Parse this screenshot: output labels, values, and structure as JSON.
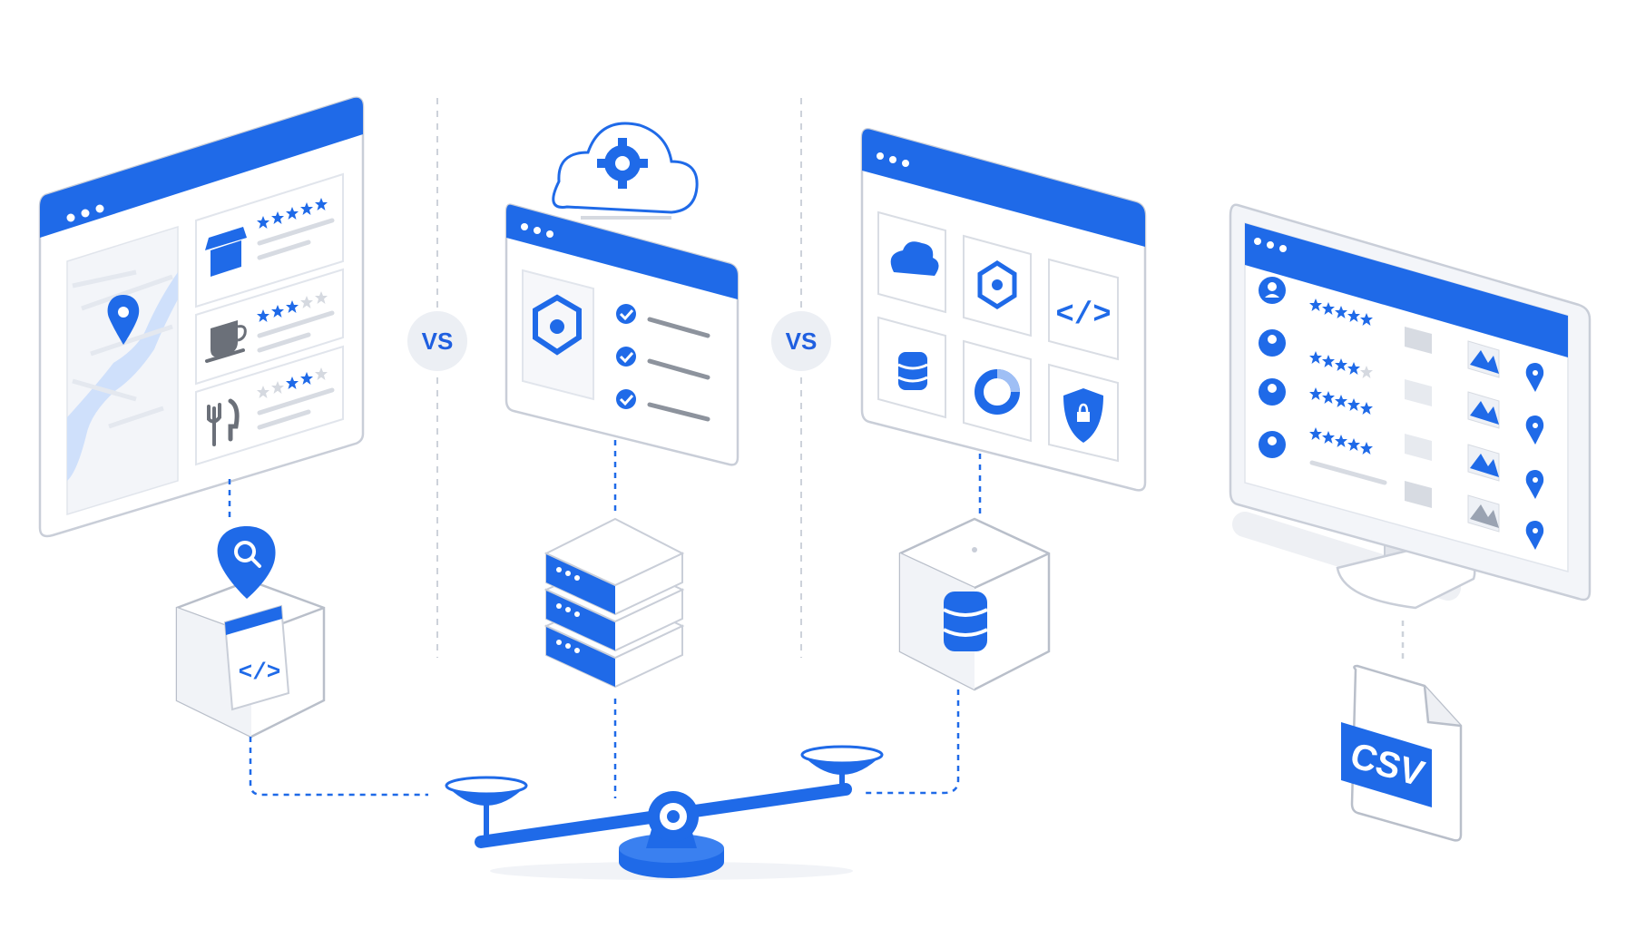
{
  "labels": {
    "vs_left": "VS",
    "vs_right": "VS",
    "file_badge": "CSV"
  },
  "colors": {
    "accent": "#1f6ae8",
    "outline": "#c9ced8",
    "panel": "#ffffff",
    "shade": "#eef1f6",
    "map_water": "#cfe0fb"
  },
  "panel_a": {
    "icons": [
      "map-pin-icon",
      "store-icon",
      "coffee-icon",
      "fork-knife-icon"
    ],
    "ratings": [
      5,
      3,
      3
    ]
  },
  "panel_b": {
    "icons": [
      "cloud-gear-icon",
      "shield-gear-icon",
      "check-icon"
    ],
    "checks": 3
  },
  "panel_c": {
    "icons": [
      "cloud-icon",
      "shield-gear-icon",
      "code-icon",
      "database-icon",
      "donut-chart-icon",
      "shield-lock-icon"
    ]
  },
  "panel_d": {
    "rows": 4,
    "ratings": [
      5,
      4,
      5,
      5
    ],
    "icons": [
      "user-icon",
      "chat-icon",
      "image-icon",
      "map-pin-icon"
    ]
  },
  "nodes": [
    "map-search-icon",
    "server-stack-icon",
    "database-cube-icon",
    "csv-file-icon",
    "balance-scale-icon"
  ]
}
